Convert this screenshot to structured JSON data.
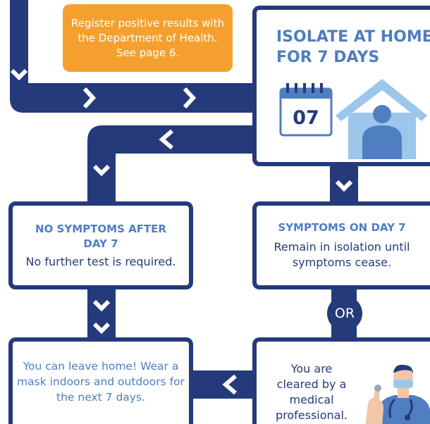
{
  "note": {
    "text": "Register positive results with the Department of Health. See page 6."
  },
  "isolate": {
    "title_line1": "ISOLATE AT HOME",
    "title_line2": "FOR 7 DAYS",
    "calendar_day": "07"
  },
  "no_symptoms": {
    "heading": "NO SYMPTOMS AFTER DAY 7",
    "body": "No further test is required."
  },
  "symptoms": {
    "heading": "SYMPTOMS ON DAY 7",
    "body": "Remain in isolation until symptoms cease."
  },
  "or_label": "OR",
  "leave_home": {
    "body": "You can leave home! Wear a mask indoors and outdoors for the next 7 days."
  },
  "cleared": {
    "body": "You are cleared by a medical professional."
  },
  "colors": {
    "navy": "#243a7a",
    "heading_blue": "#4f7ec1",
    "orange": "#f5a02e",
    "light_blue": "#9cc6ea"
  }
}
